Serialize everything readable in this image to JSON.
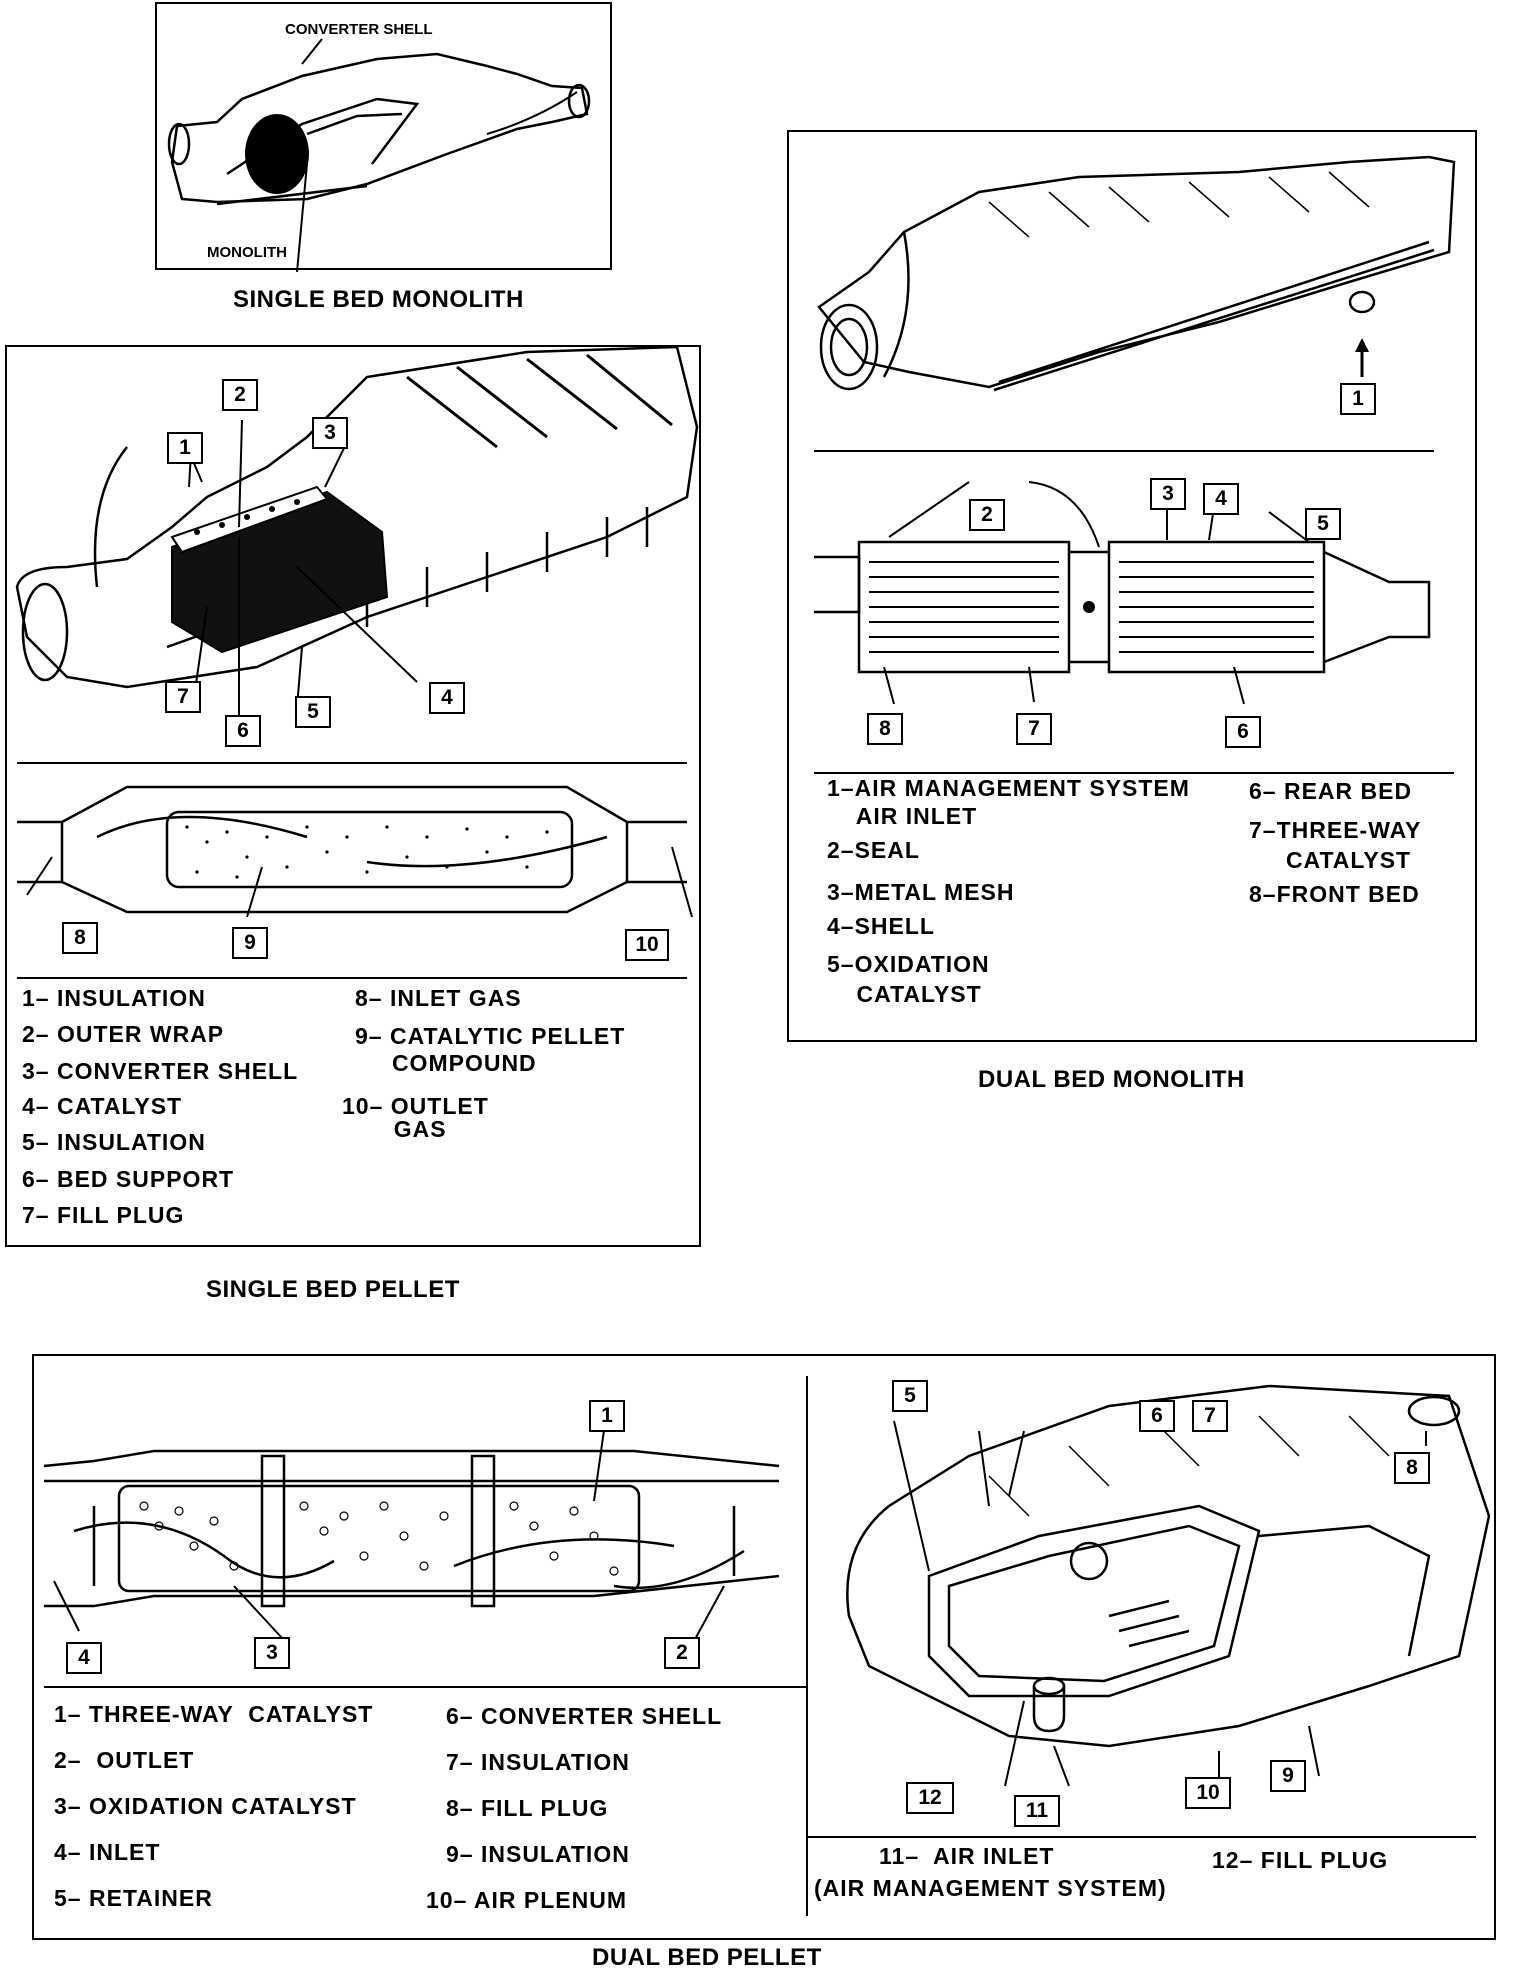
{
  "figures": {
    "single_bed_monolith": {
      "caption": "SINGLE BED MONOLITH",
      "labels": {
        "shell": "CONVERTER SHELL",
        "monolith": "MONOLITH"
      }
    },
    "dual_bed_monolith": {
      "caption": "DUAL BED MONOLITH",
      "callouts": [
        "1",
        "2",
        "3",
        "4",
        "5",
        "6",
        "7",
        "8"
      ],
      "legend": [
        "1–AIR MANAGEMENT SYSTEM",
        "    AIR INLET",
        "2–SEAL",
        "3–METAL MESH",
        "4–SHELL",
        "5–OXIDATION",
        "    CATALYST",
        "6– REAR BED",
        "7–THREE-WAY",
        "     CATALYST",
        "8–FRONT BED"
      ]
    },
    "single_bed_pellet": {
      "caption": "SINGLE BED PELLET",
      "callouts": [
        "1",
        "2",
        "3",
        "4",
        "5",
        "6",
        "7",
        "8",
        "9",
        "10"
      ],
      "legend": [
        "1– INSULATION",
        "2– OUTER WRAP",
        "3– CONVERTER SHELL",
        "4– CATALYST",
        "5– INSULATION",
        "6– BED SUPPORT",
        "7– FILL PLUG",
        "8– INLET GAS",
        "9– CATALYTIC PELLET",
        "     COMPOUND",
        "10– OUTLET",
        "       GAS"
      ]
    },
    "dual_bed_pellet": {
      "caption": "DUAL BED PELLET",
      "callouts": [
        "1",
        "2",
        "3",
        "4",
        "5",
        "6",
        "7",
        "8",
        "9",
        "10",
        "11",
        "12"
      ],
      "legend": [
        "1– THREE-WAY  CATALYST",
        "2–  OUTLET",
        "3– OXIDATION CATALYST",
        "4– INLET",
        "5– RETAINER",
        "6– CONVERTER SHELL",
        "7– INSULATION",
        "8– FILL PLUG",
        "9– INSULATION",
        "10– AIR PLENUM",
        "11–  AIR INLET",
        "(AIR MANAGEMENT SYSTEM)",
        "12– FILL PLUG"
      ]
    }
  }
}
